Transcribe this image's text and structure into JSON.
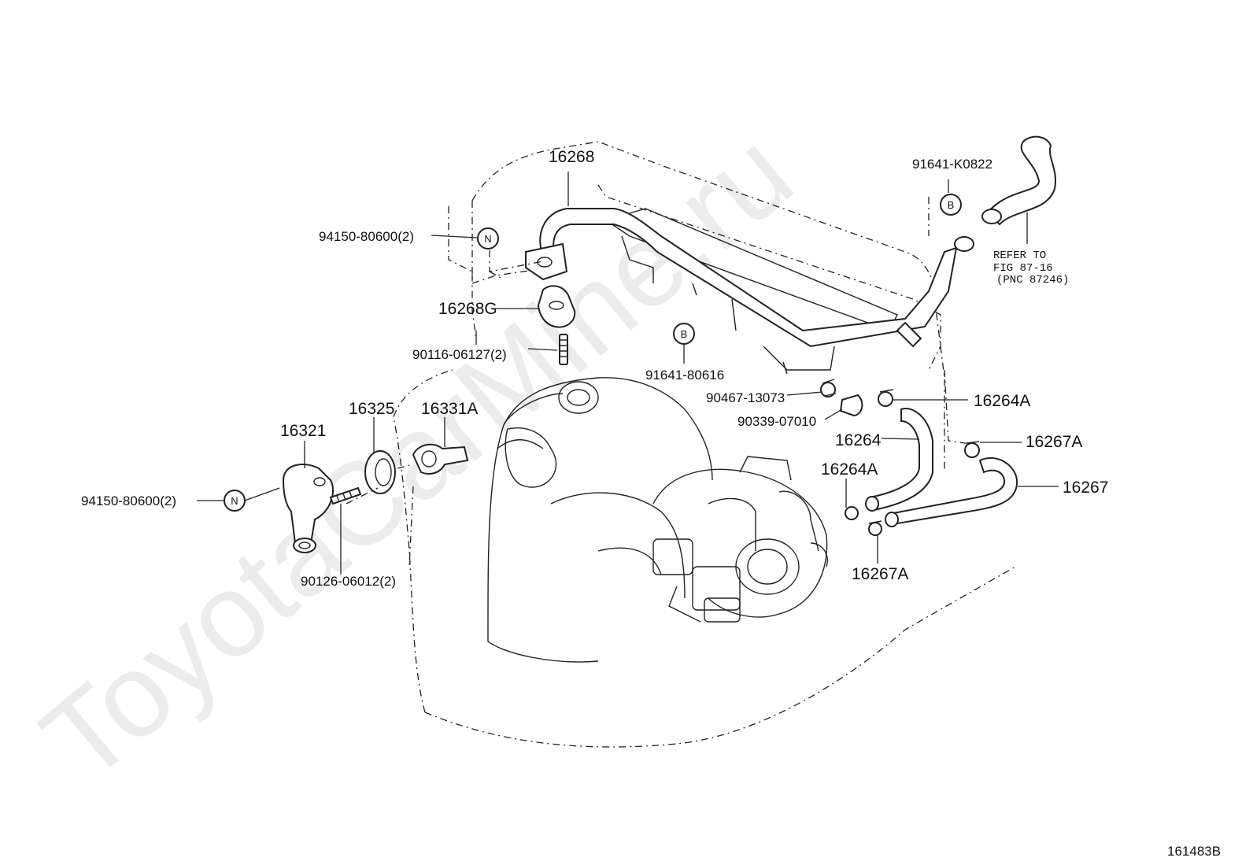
{
  "watermark": "ToyotaCarMine.ru",
  "figure_id": "161483B",
  "callouts": {
    "n_symbol": "N",
    "b_symbol": "B"
  },
  "labels": {
    "hose_16268": "16268",
    "clip_91641_k0822": "91641-K0822",
    "nut_upper": "94150-80600(2)",
    "gasket_16268g": "16268G",
    "stud_upper": "90116-06127(2)",
    "clip_91641_80616": "91641-80616",
    "clamp_90467": "90467-13073",
    "plug_90339": "90339-07010",
    "clamp_16264a_upper": "16264A",
    "hose_16264": "16264",
    "clamp_16267a_upper": "16267A",
    "hose_16267": "16267",
    "clamp_16264a_lower": "16264A",
    "clamp_16267a_lower": "16267A",
    "outlet_16321": "16321",
    "gasket_16325": "16325",
    "thermostat_16331a": "16331A",
    "nut_lower": "94150-80600(2)",
    "stud_lower": "90126-06012(2)"
  },
  "refer_note": {
    "line1": "REFER TO",
    "line2": "FIG 87-16",
    "line3": "(PNC 87246)"
  }
}
